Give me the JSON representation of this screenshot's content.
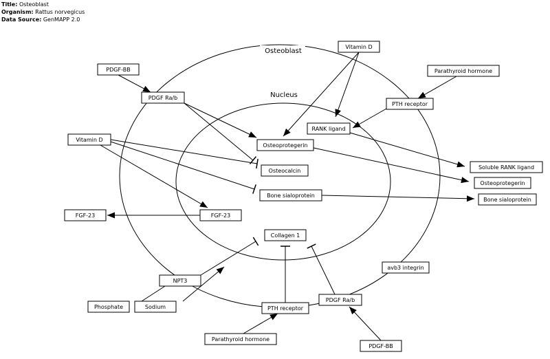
{
  "meta": {
    "title_label": "Title:",
    "title_value": "Osteoblast",
    "organism_label": "Organism:",
    "organism_value": "Rattus norvegicus",
    "source_label": "Data Source:",
    "source_value": "GenMAPP 2.0"
  },
  "compartments": {
    "cell_label": "Osteoblast",
    "nucleus_label": "Nucleus"
  },
  "nodes": [
    {
      "id": "vitd_top",
      "label": "Vitamin D"
    },
    {
      "id": "pdgfbb_top",
      "label": "PDGF-BB"
    },
    {
      "id": "pth_hormone_top",
      "label": "Parathyroid hormone"
    },
    {
      "id": "pdgfrab_top",
      "label": "PDGF Ra/b"
    },
    {
      "id": "pth_receptor_top",
      "label": "PTH receptor"
    },
    {
      "id": "rank_ligand",
      "label": "RANK ligand"
    },
    {
      "id": "vitd_left",
      "label": "Vitamin D"
    },
    {
      "id": "opg_nuc",
      "label": "Osteoprotegerin"
    },
    {
      "id": "soluble_rankl",
      "label": "Soluble RANK ligand"
    },
    {
      "id": "osteocalcin",
      "label": "Osteocalcin"
    },
    {
      "id": "opg_out",
      "label": "Osteoprotegerin"
    },
    {
      "id": "bsp_nuc",
      "label": "Bone sialoprotein"
    },
    {
      "id": "bsp_out",
      "label": "Bone sialoprotein"
    },
    {
      "id": "fgf23_out",
      "label": "FGF-23"
    },
    {
      "id": "fgf23_in",
      "label": "FGF-23"
    },
    {
      "id": "collagen1",
      "label": "Collagen 1"
    },
    {
      "id": "avb3",
      "label": "avb3 integrin"
    },
    {
      "id": "npt3",
      "label": "NPT3"
    },
    {
      "id": "phosphate",
      "label": "Phosphate"
    },
    {
      "id": "sodium",
      "label": "Sodium"
    },
    {
      "id": "pdgfrab_bot",
      "label": "PDGF Ra/b"
    },
    {
      "id": "pth_receptor_bot",
      "label": "PTH receptor"
    },
    {
      "id": "pth_hormone_bot",
      "label": "Parathyroid hormone"
    },
    {
      "id": "pdgfbb_bot",
      "label": "PDGF-BB"
    }
  ],
  "edges": [
    {
      "from": "pdgfbb_top",
      "to": "pdgfrab_top",
      "type": "activation"
    },
    {
      "from": "vitd_top",
      "to": "rank_ligand",
      "type": "activation"
    },
    {
      "from": "vitd_top",
      "to": "opg_nuc",
      "type": "activation"
    },
    {
      "from": "pth_hormone_top",
      "to": "pth_receptor_top",
      "type": "activation"
    },
    {
      "from": "pth_receptor_top",
      "to": "rank_ligand",
      "type": "activation"
    },
    {
      "from": "pdgfrab_top",
      "to": "opg_nuc",
      "type": "activation"
    },
    {
      "from": "pdgfrab_top",
      "to": "osteocalcin",
      "type": "inhibition"
    },
    {
      "from": "rank_ligand",
      "to": "soluble_rankl",
      "type": "activation"
    },
    {
      "from": "opg_nuc",
      "to": "opg_out",
      "type": "activation"
    },
    {
      "from": "vitd_left",
      "to": "osteocalcin",
      "type": "inhibition"
    },
    {
      "from": "vitd_left",
      "to": "bsp_nuc",
      "type": "inhibition"
    },
    {
      "from": "vitd_left",
      "to": "fgf23_in",
      "type": "activation"
    },
    {
      "from": "bsp_nuc",
      "to": "bsp_out",
      "type": "activation"
    },
    {
      "from": "fgf23_in",
      "to": "fgf23_out",
      "type": "activation"
    },
    {
      "from": "npt3",
      "to": "collagen1",
      "type": "inhibition"
    },
    {
      "from": "sodium",
      "to": "npt3",
      "type": "activation"
    },
    {
      "from": "phosphate",
      "to": "npt3",
      "type": "line"
    },
    {
      "from": "pth_receptor_bot",
      "to": "collagen1",
      "type": "inhibition"
    },
    {
      "from": "pdgfrab_bot",
      "to": "collagen1",
      "type": "inhibition"
    },
    {
      "from": "pth_hormone_bot",
      "to": "pth_receptor_bot",
      "type": "activation"
    },
    {
      "from": "pdgfbb_bot",
      "to": "pdgfrab_bot",
      "type": "activation"
    }
  ]
}
